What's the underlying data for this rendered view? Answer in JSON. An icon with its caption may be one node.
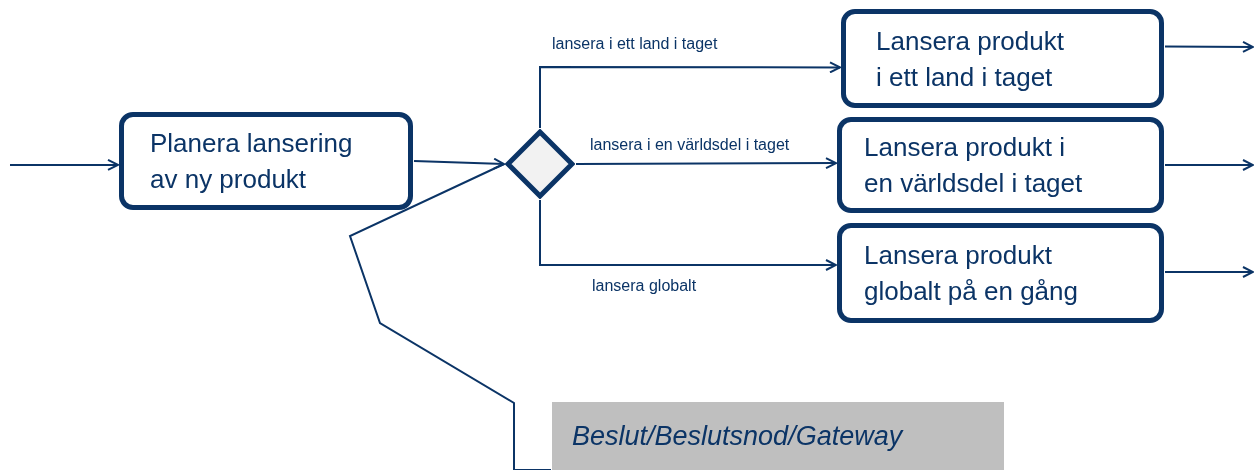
{
  "diagram": {
    "nodes": [
      {
        "text": [
          "Planera lansering av ny produkt"
        ]
      },
      {
        "text": [],
        "shape": "diamond"
      },
      {
        "text": [
          "Lansera produkt i ett land i taget"
        ]
      },
      {
        "text": [
          "Lansera produkt i en världsdel i taget"
        ]
      },
      {
        "text": [
          "Lansera produkt globalt på en gång"
        ]
      },
      {
        "text": [
          "Beslut/Beslutsnod/Gateway"
        ]
      }
    ],
    "edges": [
      {
        "from": null,
        "to": 0,
        "arrow": "to"
      },
      {
        "from": 0,
        "to": 1,
        "arrow": "to"
      },
      {
        "from": 1,
        "to": 2,
        "arrow": "to",
        "label": "lansera i ett land i taget"
      },
      {
        "from": 1,
        "to": 3,
        "arrow": "to",
        "label": "lansera i en världsdel i taget"
      },
      {
        "from": 1,
        "to": 4,
        "arrow": "to",
        "label": "lansera globalt"
      },
      {
        "from": 2,
        "to": null,
        "arrow": "to"
      },
      {
        "from": 3,
        "to": null,
        "arrow": "to"
      },
      {
        "from": 4,
        "to": null,
        "arrow": "to"
      },
      {
        "from": 5,
        "to": 1,
        "arrow": "none"
      }
    ]
  }
}
